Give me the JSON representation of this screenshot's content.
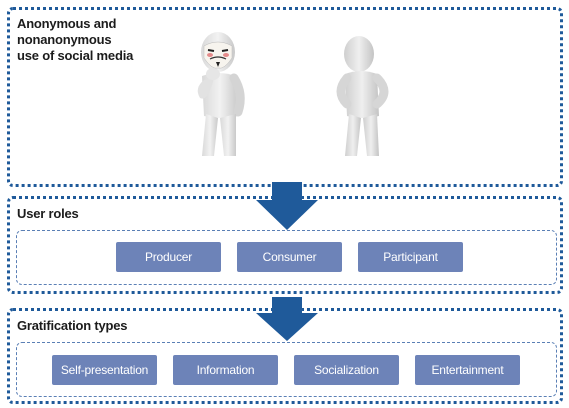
{
  "sections": {
    "anonymity": {
      "title_lines": [
        "Anonymous and",
        "nonanonymous",
        "use of social media"
      ]
    },
    "user_roles": {
      "title": "User roles",
      "items": [
        "Producer",
        "Consumer",
        "Participant"
      ]
    },
    "gratification_types": {
      "title": "Gratification types",
      "items": [
        "Self-presentation",
        "Information",
        "Socialization",
        "Entertainment"
      ]
    }
  },
  "icons": {
    "masked_figure": "masked-person-figure-icon",
    "plain_figure": "person-figure-icon",
    "arrow": "down-arrow-icon"
  },
  "colors": {
    "border": "#1f5a9a",
    "pill": "#6d83b8",
    "arrow": "#1f5a9a"
  }
}
